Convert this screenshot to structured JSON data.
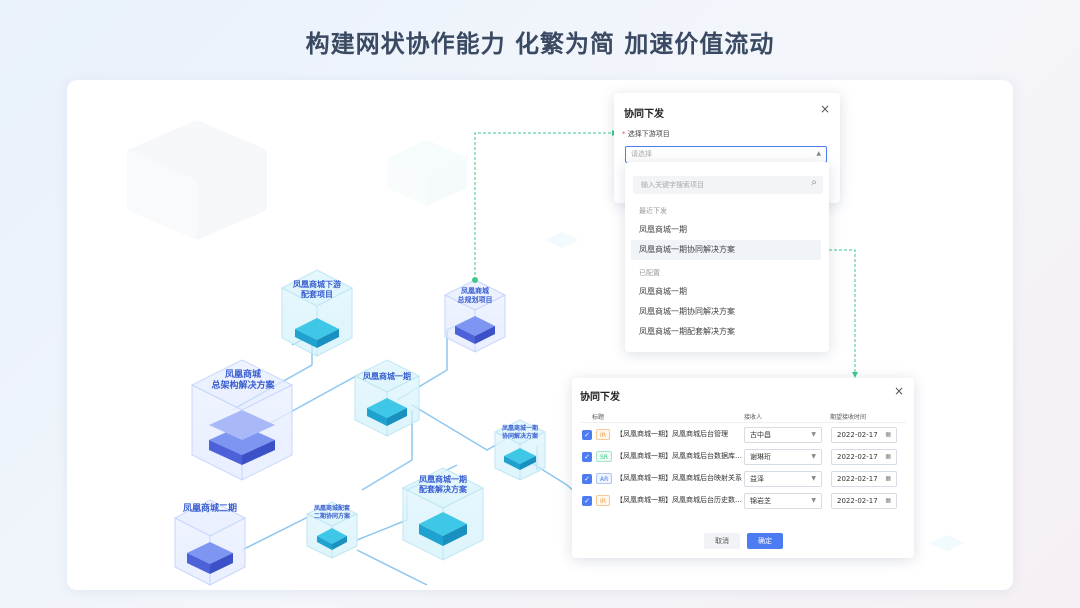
{
  "headline": "构建网状协作能力  化繁为简  加速价值流动",
  "nodes": {
    "overall": "凤凰商城\n总架构解决方案",
    "downstream": "凤凰商城下游\n配套项目",
    "planning": "凤凰商城\n总规划项目",
    "phase1": "凤凰商城一期",
    "phase1_collab": "凤凰商城一期\n协同解决方案",
    "phase1_kit": "凤凰商城一期\n配套解决方案",
    "phase2": "凤凰商城二期",
    "phase2_kit": "凤凰商城配套\n二期协同方案"
  },
  "dialog1": {
    "title": "协同下发",
    "close": "×",
    "required_mark": "*",
    "field_label": "选择下游项目",
    "select_placeholder": "请选择",
    "search_placeholder": "输入关键字搜索项目",
    "group_recent": "最近下发",
    "recent_items": [
      "凤凰商城一期",
      "凤凰商城一期协同解决方案"
    ],
    "group_configured": "已配置",
    "configured_items": [
      "凤凰商城一期",
      "凤凰商城一期协同解决方案",
      "凤凰商城一期配套解决方案"
    ]
  },
  "dialog2": {
    "title": "协同下发",
    "close": "×",
    "col_title": "标题",
    "col_receiver": "接收人",
    "col_date": "期望接收时间",
    "rows": [
      {
        "tag": "IR",
        "title": "【凤凰商城一期】凤凰商城后台管理",
        "receiver": "古中昌",
        "date": "2022-02-17"
      },
      {
        "tag": "SR",
        "title": "【凤凰商城一期】凤凰商城后台数据库…",
        "receiver": "谢琳珩",
        "date": "2022-02-17"
      },
      {
        "tag": "AR",
        "title": "【凤凰商城一期】凤凰商城后台映射关系",
        "receiver": "益泽",
        "date": "2022-02-17"
      },
      {
        "tag": "IR",
        "title": "【凤凰商城一期】凤凰商城后台历史数…",
        "receiver": "锦岩芝",
        "date": "2022-02-17"
      }
    ],
    "cancel": "取消",
    "confirm": "确定"
  },
  "colors": {
    "accent": "#4d7cf2",
    "connector": "#3ec98a",
    "tag_IR": "#f0a04b",
    "tag_SR": "#3ec98a",
    "tag_AR": "#4d7cf2"
  }
}
